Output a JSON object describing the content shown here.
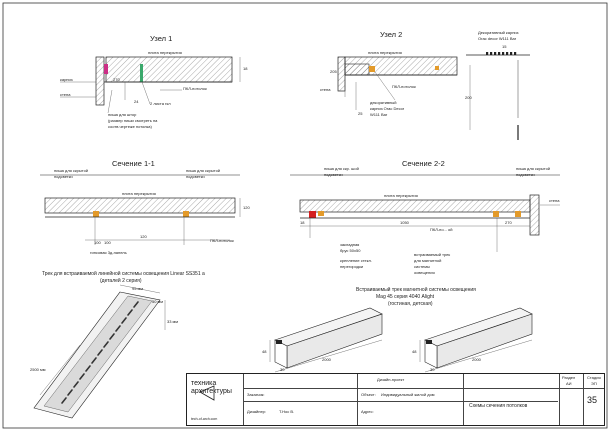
{
  "node1": {
    "title": "Узел 1",
    "slab_label": "плита перекрытия",
    "cornice_label": "карниз",
    "wall_label": "стена",
    "ceiling_label": "ПКЛ-потолок",
    "gkl_label": "2 листа гкл",
    "niche_label": "ниша для штор",
    "niche_note": "(размер ниши смотреть на",
    "niche_note2": "соотв.чертеже потолка)",
    "dim_a": "270",
    "dim_b": "24",
    "dim_c": "18"
  },
  "node2": {
    "title": "Узел 2",
    "slab_label": "плита перекрытия",
    "wall_label": "стена",
    "ceiling_label": "ПКЛ-потолок",
    "cornice_label": "декоративный",
    "cornice_label2": "карниз Orac Decor",
    "cornice_label3": "W111 Bar",
    "dim_a": "205",
    "dim_b": "25"
  },
  "detail": {
    "title": "Декоративный карниз",
    "title2": "Orac decor W111 Bar",
    "dim_w": "15",
    "dim_h": "200"
  },
  "section1": {
    "title": "Сечение 1-1",
    "niche_left": "ниша для скрытой",
    "niche_left2": "подсветки",
    "niche_right": "ниша для скрытой",
    "niche_right2": "подсветки",
    "slab_label": "плита перекрытия",
    "ceiling_label": "ПКЛ-потолок",
    "profile_label": "гипсовая 3д-панель",
    "dim_a": "100",
    "dim_b": "100",
    "dim_c": "120",
    "dim_d": "120"
  },
  "section2": {
    "title": "Сечение 2-2",
    "niche_left": "ниша для скр. шой",
    "niche_left2": "подсветки",
    "niche_right": "ниша для скрытой",
    "niche_right2": "подсветки",
    "slab_label": "плита перекрытия",
    "wall_label": "стена",
    "ceiling_label": "ПКЛ-по... ой",
    "bar_label": "закладная",
    "bar_label2": "брус 50х50",
    "fix_label": "крепление стекл.",
    "fix_label2": "перегородки",
    "track_label": "встраиваемый трек",
    "track_label2": "для магнитной",
    "track_label3": "системы",
    "track_label4": "освещения",
    "dim_a": "1050",
    "dim_b": "270",
    "dim_c": "18"
  },
  "track1": {
    "caption": "Трек для встраиваемой линейной системы освещения Linear SS351 a",
    "caption2": "(деталей 2 серия)",
    "dim_a": "95 мм",
    "dim_b": "50 мм",
    "dim_c": "33 мм",
    "dim_d": "2500 мм"
  },
  "track2": {
    "caption": "Встраиваемый трек магнитной системы освещения",
    "caption2": "Mag 45 серия 4040 Alight",
    "caption3": "(гостиная, детская)",
    "dim_len": "2000",
    "dim_h": "48",
    "dim_w": "30"
  },
  "stamp": {
    "logo_line1": "техника",
    "logo_line2": "архитектуры",
    "site": "tech-of-arch.com",
    "project_label": "Дизайн-проект",
    "customer_label": "Заказчик:",
    "designer_label": "Дизайнер:",
    "designer_value": "Т.Нос В.",
    "object_label": "Объект:",
    "object_value": "Индивидуальный жилой дом",
    "address_label": "Адрес:",
    "sheet_title": "Схемы сечения потолков",
    "section_label": "Раздел",
    "section_value": "АИ",
    "sheet_label": "Стадия",
    "sheet_value": "ЭП",
    "page_number": "35"
  }
}
